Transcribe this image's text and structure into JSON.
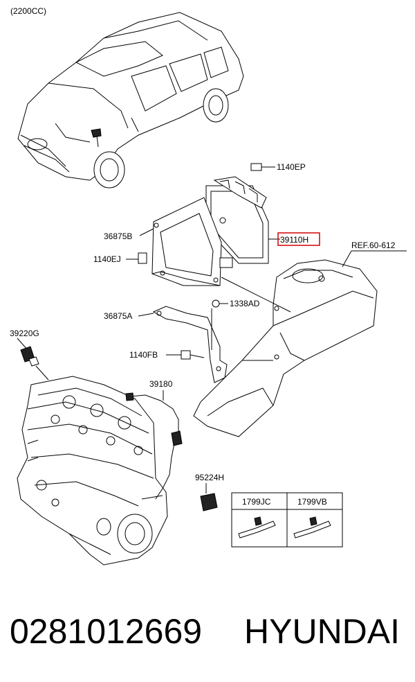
{
  "diagram": {
    "variant_note": "(2200CC)",
    "part_labels": {
      "p1140EP": "1140EP",
      "p36875B": "36875B",
      "p39110H": "39110H",
      "ref": "REF.60-612",
      "p1140EJ": "1140EJ",
      "p1338AD": "1338AD",
      "p36875A": "36875A",
      "p39220G": "39220G",
      "p1140FB": "1140FB",
      "p39180": "39180",
      "p95224H": "95224H",
      "p1799JC": "1799JC",
      "p1799VB": "1799VB"
    },
    "highlight_color": "#d40000"
  },
  "footer": {
    "part_number": "0281012669",
    "brand": "HYUNDAI"
  }
}
